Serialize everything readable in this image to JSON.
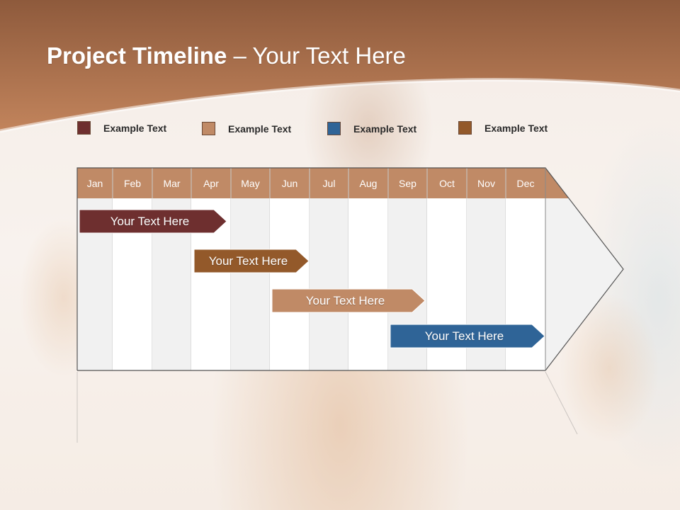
{
  "slide": {
    "title_bold": "Project Timeline",
    "title_rest": " – Your Text Here"
  },
  "legend": [
    {
      "label": "Example Text",
      "color": "#6e2f2f"
    },
    {
      "label": "Example Text",
      "color": "#c08a66"
    },
    {
      "label": "Example Text",
      "color": "#2f6497"
    },
    {
      "label": "Example Text",
      "color": "#93592a"
    }
  ],
  "timeline": {
    "months": [
      "Jan",
      "Feb",
      "Mar",
      "Apr",
      "May",
      "Jun",
      "Jul",
      "Aug",
      "Sep",
      "Oct",
      "Nov",
      "Dec"
    ],
    "tasks": [
      {
        "label": "Your  Text Here",
        "color": "#6e2f2f",
        "start_month": "Jan",
        "end_month": "Apr"
      },
      {
        "label": "Your  Text Here",
        "color": "#93592a",
        "start_month": "Apr",
        "end_month": "Jun"
      },
      {
        "label": "Your  Text Here",
        "color": "#c08a66",
        "start_month": "Jun",
        "end_month": "Sep"
      },
      {
        "label": "Your  Text Here",
        "color": "#2f6497",
        "start_month": "Sep",
        "end_month": "Dec"
      }
    ]
  },
  "colors": {
    "header_brown": "#a8704d",
    "month_header": "#c08a66"
  }
}
